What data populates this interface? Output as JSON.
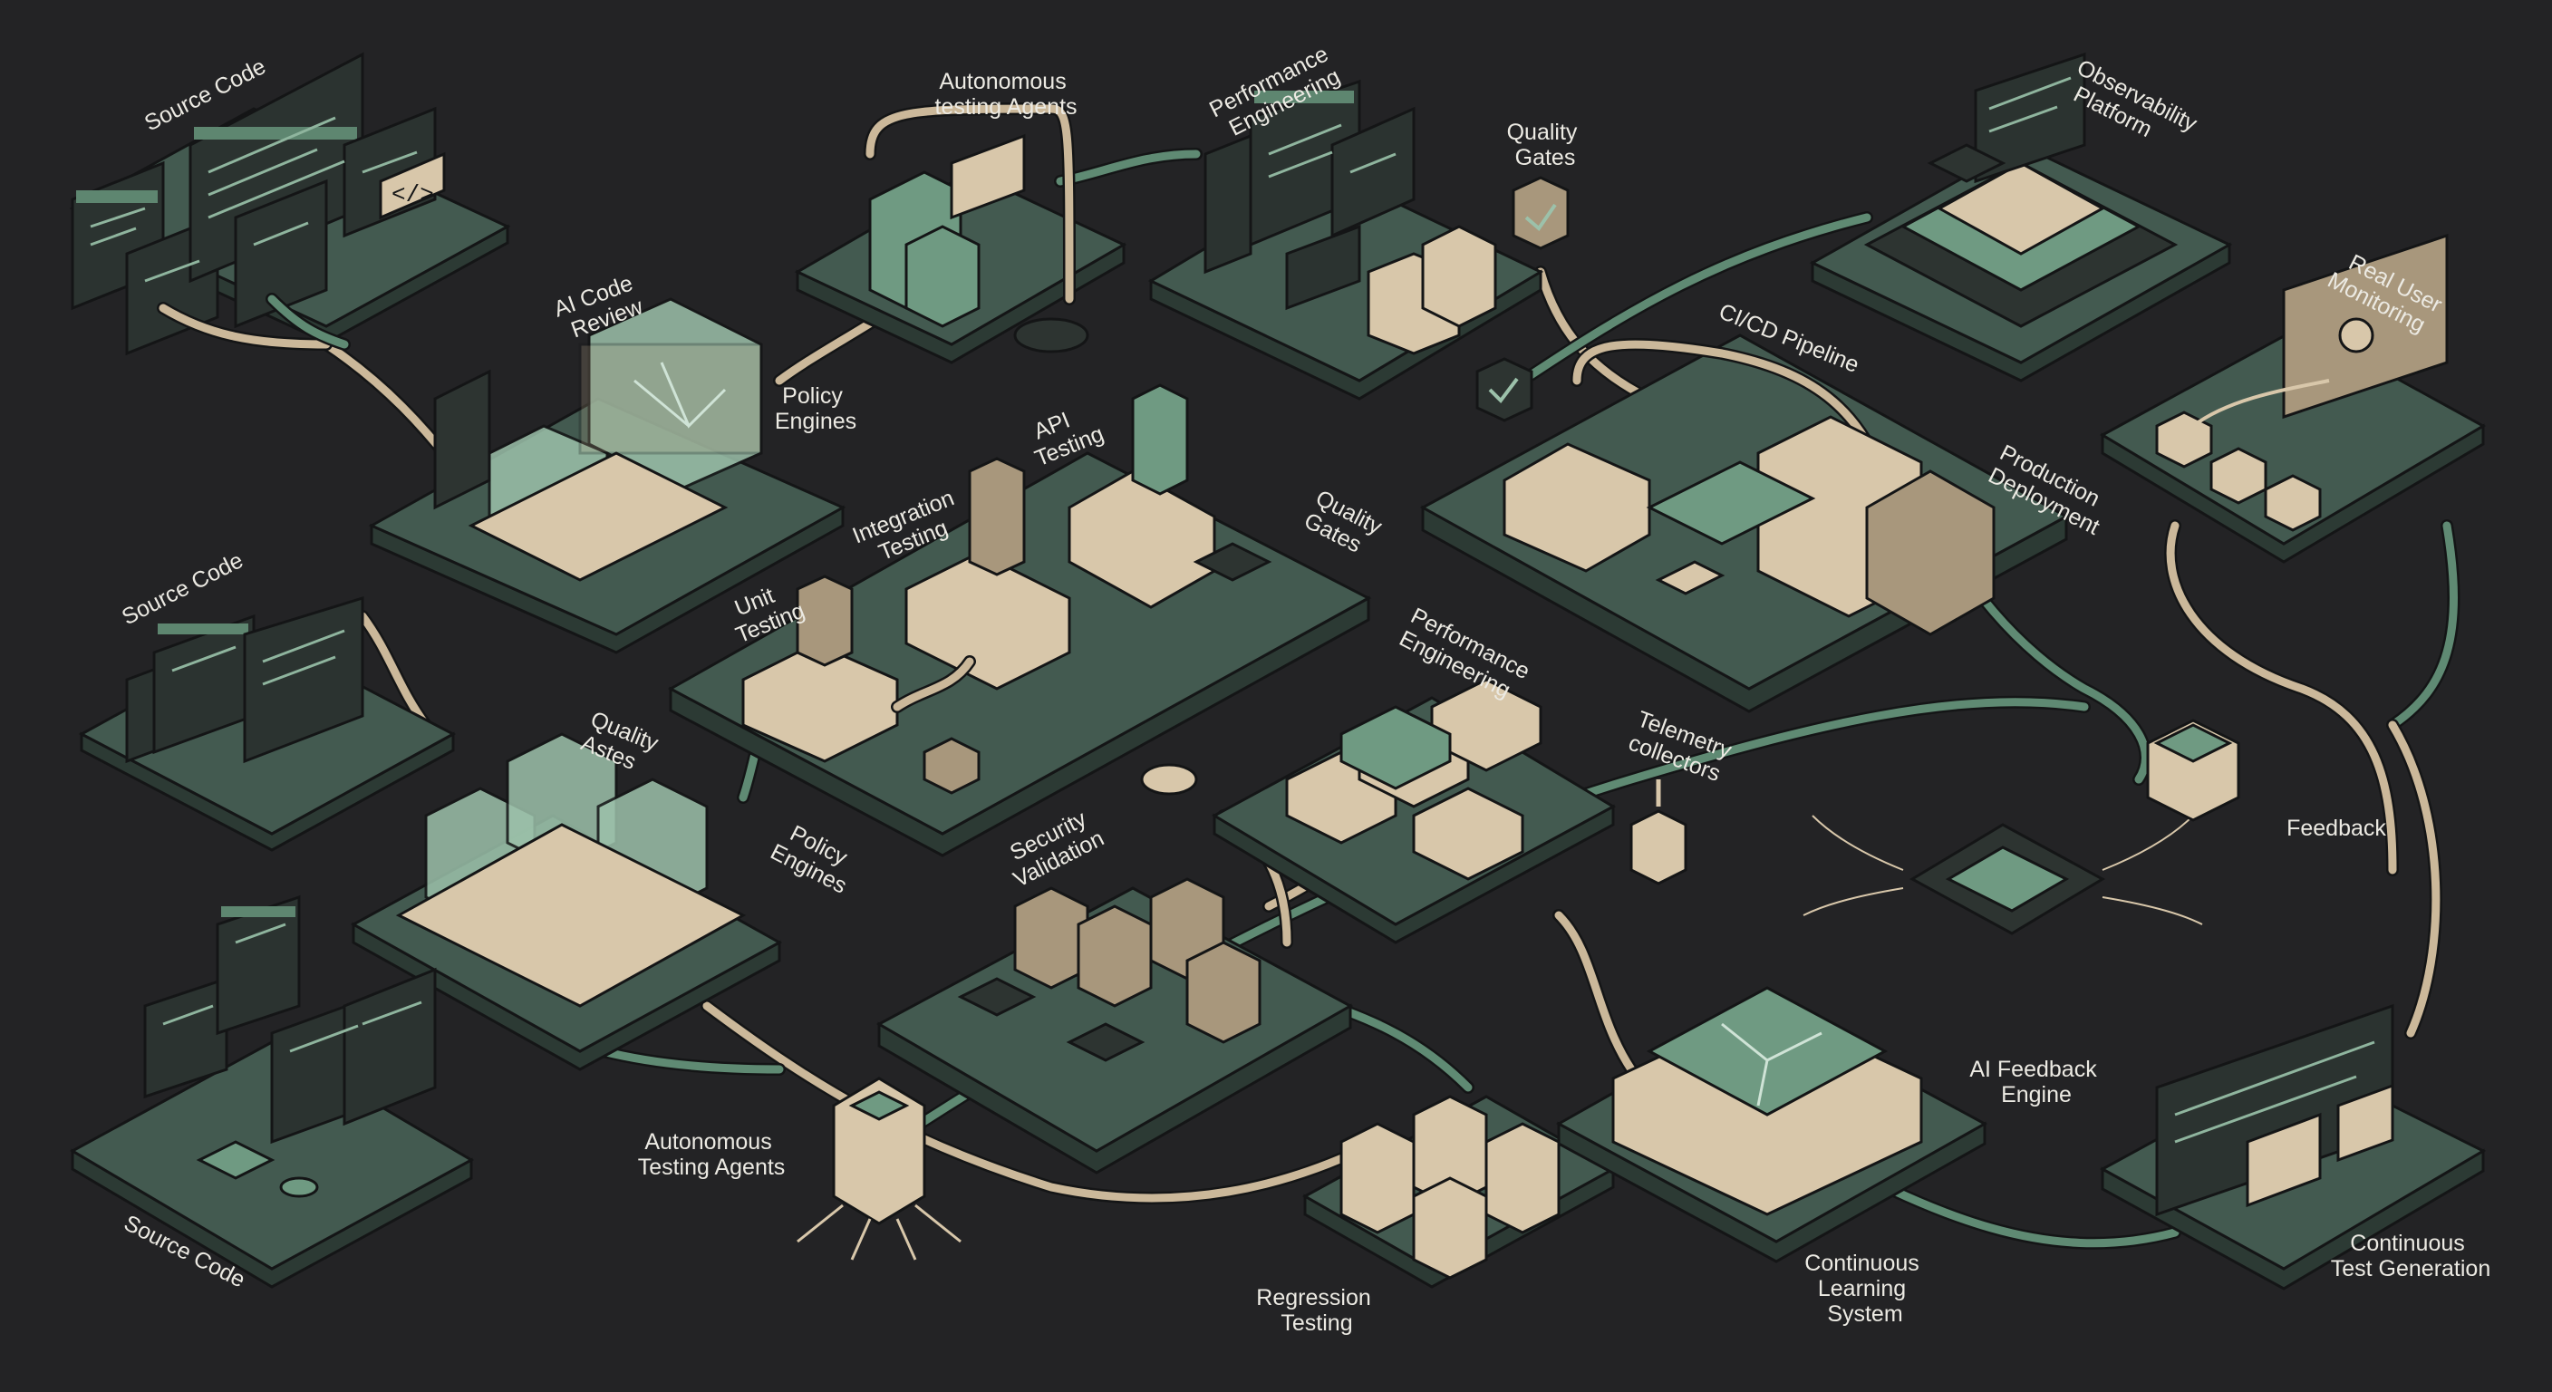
{
  "labels": {
    "source_code_1": "Source Code",
    "source_code_2": "Source Code",
    "source_code_3": "Source Code",
    "ai_code_review": "AI Code\nReview",
    "policy_engines_1": "Policy\nEngines",
    "policy_engines_2": "Policy\nEngines",
    "autonomous_agents_top": "Autonomous\ntesting Agents",
    "performance_eng_top": "Performance\nEngineering",
    "quality_gates_top": "Quality\nGates",
    "observability": "Observability\nPlatform",
    "real_user_monitoring": "Real User\nMonitoring",
    "cicd_pipeline": "CI/CD Pipeline",
    "production_deployment": "Production\nDeployment",
    "api_testing": "API\nTesting",
    "integration_testing": "Integration\nTesting",
    "unit_testing": "Unit\nTesting",
    "quality_gates_mid": "Quality\nGates",
    "quality_astes": "Quality\nAstes",
    "performance_eng_mid": "Performance\nEngineering",
    "telemetry": "Telemetry\ncollectors",
    "security_validation": "Security\nValidation",
    "feedback": "Feedback",
    "ai_feedback_engine": "AI Feedback\nEngine",
    "autonomous_agents_bottom": "Autonomous\nTesting Agents",
    "regression_testing": "Regression\nTesting",
    "continuous_learning": "Continuous\nLearning\nSystem",
    "continuous_test_gen": "Continuous\nTest Generation",
    "code_tag": "</>"
  },
  "colors": {
    "background": "#232325",
    "platform": "#435a50",
    "cream": "#d8c7aa",
    "green": "#6f9a82",
    "label": "#eceae3"
  }
}
